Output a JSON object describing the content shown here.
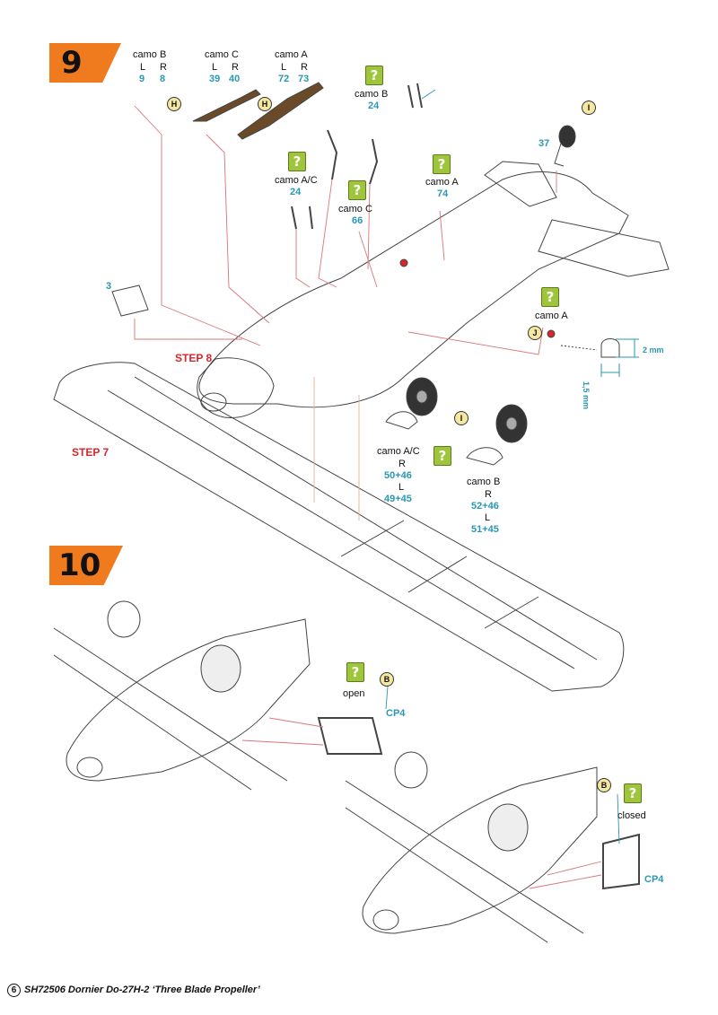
{
  "steps": {
    "step9": "9",
    "step10": "10",
    "ref_step8": "STEP 8",
    "ref_step7": "STEP 7"
  },
  "parts": {
    "camoB_top": "camo B",
    "camoB_L": "L",
    "camoB_R": "R",
    "camoB_L_num": "9",
    "camoB_R_num": "8",
    "camoC_top": "camo C",
    "camoC_L": "L",
    "camoC_R": "R",
    "camoC_L_num": "39",
    "camoC_R_num": "40",
    "camoA_top": "camo A",
    "camoA_L": "L",
    "camoA_R": "R",
    "camoA_L_num": "72",
    "camoA_R_num": "73",
    "camoB_mid": "camo B",
    "camoB_mid_num": "24",
    "camoAC_mid": "camo A/C",
    "camoAC_mid_num": "24",
    "camoC_mid": "camo C",
    "camoC_mid_num": "66",
    "camoA_mid": "camo A",
    "camoA_mid_num": "74",
    "part37": "37",
    "part3": "3",
    "camoA_right": "camo A",
    "dim_2mm": "2 mm",
    "dim_15mm": "1,5 mm",
    "gear_AC": "camo A/C",
    "gear_AC_R": "R",
    "gear_AC_R_num": "50+46",
    "gear_AC_L": "L",
    "gear_AC_L_num": "49+45",
    "gear_B": "camo B",
    "gear_B_R": "R",
    "gear_B_R_num": "52+46",
    "gear_B_L": "L",
    "gear_B_L_num": "51+45",
    "open": "open",
    "cp4_a": "CP4",
    "closed": "closed",
    "cp4_b": "CP4"
  },
  "callouts": {
    "H": "H",
    "I": "I",
    "J": "J",
    "B": "B",
    "q": "?"
  },
  "footer": {
    "page": "6",
    "title": "SH72506 Dornier Do-27H-2 ‘Three Blade Propeller’"
  },
  "colors": {
    "orange": "#f07a1e",
    "teal": "#2a97b4",
    "red": "#d8262a",
    "green": "#9ec53b"
  }
}
